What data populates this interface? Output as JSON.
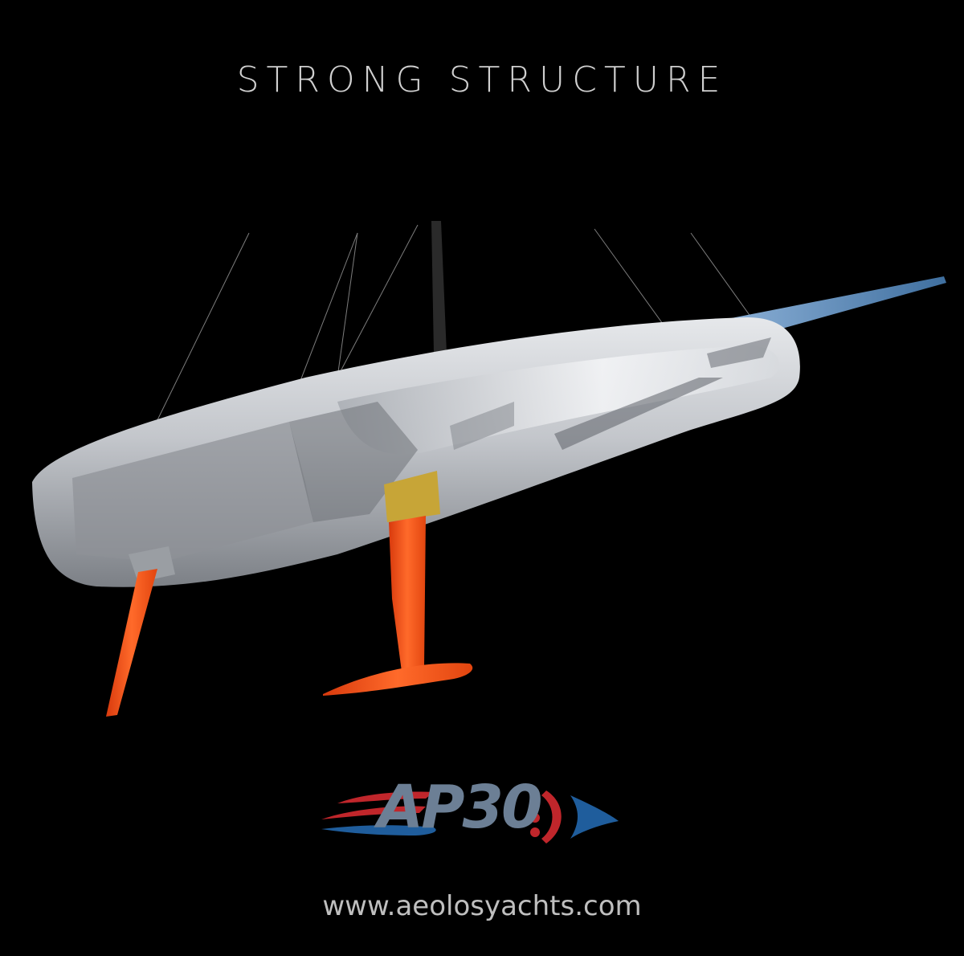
{
  "headline": "STRONG STRUCTURE",
  "logo": {
    "text": "AP30",
    "colors": {
      "red": "#c0262b",
      "blue": "#1f5d9c",
      "steel": "#6c7f95"
    }
  },
  "website": "www.aeolosyachts.com",
  "colors": {
    "background": "#000000",
    "hull": "#b9bcc1",
    "foils": "#f04a14",
    "headline": "#cfcfcf"
  }
}
